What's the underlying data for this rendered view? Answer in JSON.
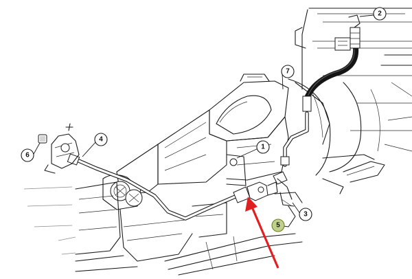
{
  "callouts": [
    {
      "id": "callout-1",
      "label": "1",
      "highlight": false
    },
    {
      "id": "callout-2",
      "label": "2",
      "highlight": false
    },
    {
      "id": "callout-3",
      "label": "3",
      "highlight": false
    },
    {
      "id": "callout-4",
      "label": "4",
      "highlight": false
    },
    {
      "id": "callout-5",
      "label": "5",
      "highlight": true
    },
    {
      "id": "callout-6",
      "label": "6",
      "highlight": false
    },
    {
      "id": "callout-7",
      "label": "7",
      "highlight": false
    }
  ],
  "colors": {
    "arrow": "#e02020",
    "highlight_fill": "#bfd08a",
    "line": "#1a1a1a"
  }
}
